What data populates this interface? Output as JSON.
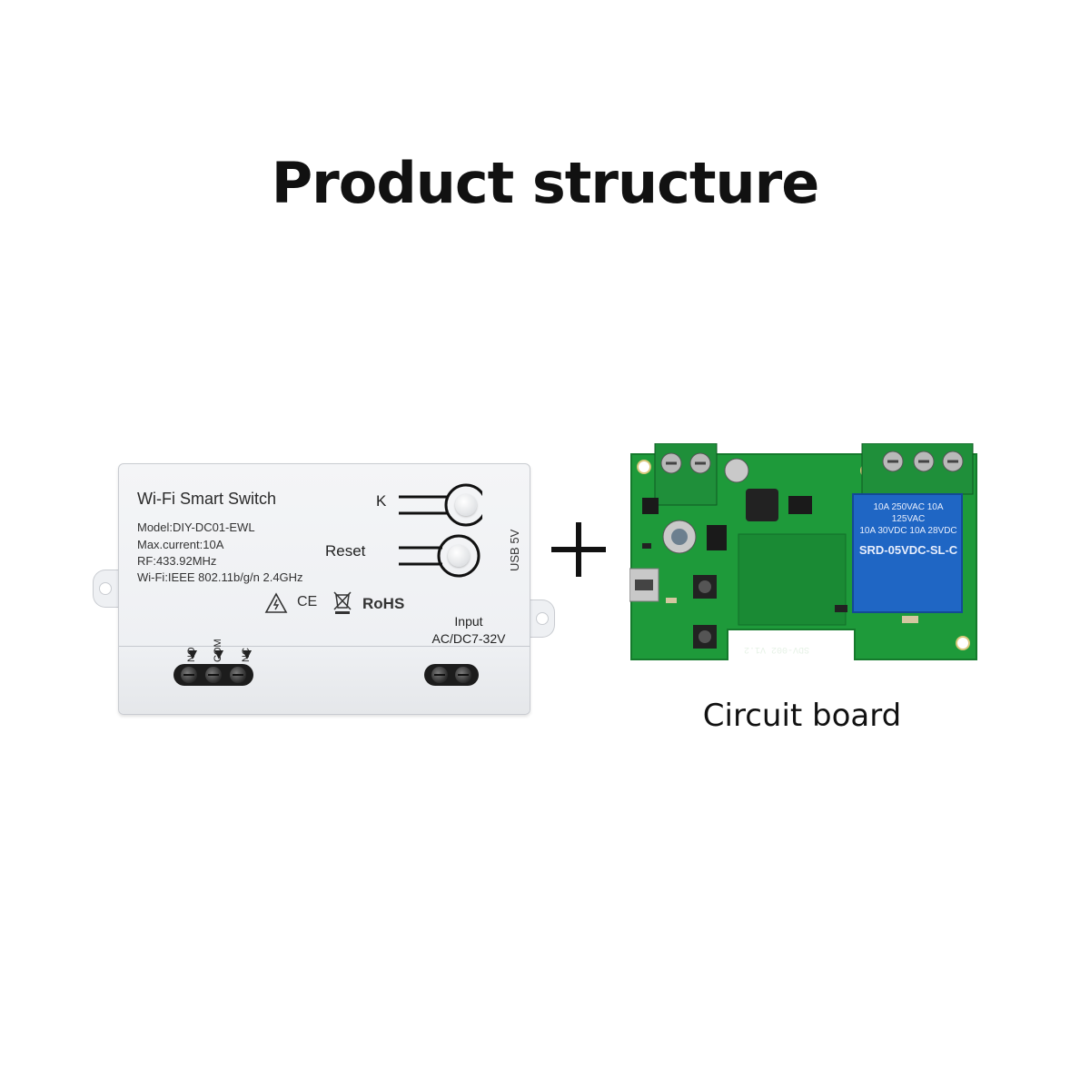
{
  "title": "Product structure",
  "switch_box": {
    "name": "Wi-Fi Smart Switch",
    "model": "Model:DIY-DC01-EWL",
    "max_current": "Max.current:10A",
    "rf": "RF:433.92MHz",
    "wifi": "Wi-Fi:IEEE 802.11b/g/n 2.4GHz",
    "button_k_label": "K",
    "button_reset_label": "Reset",
    "usb_label": "USB 5V",
    "terminals": [
      "NO",
      "COM",
      "NC"
    ],
    "input_label": "Input",
    "input_voltage": "AC/DC7-32V",
    "ce_mark": "CE",
    "rohs_mark": "RoHS"
  },
  "circuit_board": {
    "caption": "Circuit board",
    "relay_line1": "10A 250VAC 10A 125VAC",
    "relay_line2": "10A 30VDC 10A 28VDC",
    "relay_model": "SRD-05VDC-SL-C",
    "board_label": "SDV-002 V1.2",
    "colors": {
      "pcb": "#1e9a3a",
      "terminal": "#1f8f3a",
      "relay": "#1f66c4"
    }
  }
}
